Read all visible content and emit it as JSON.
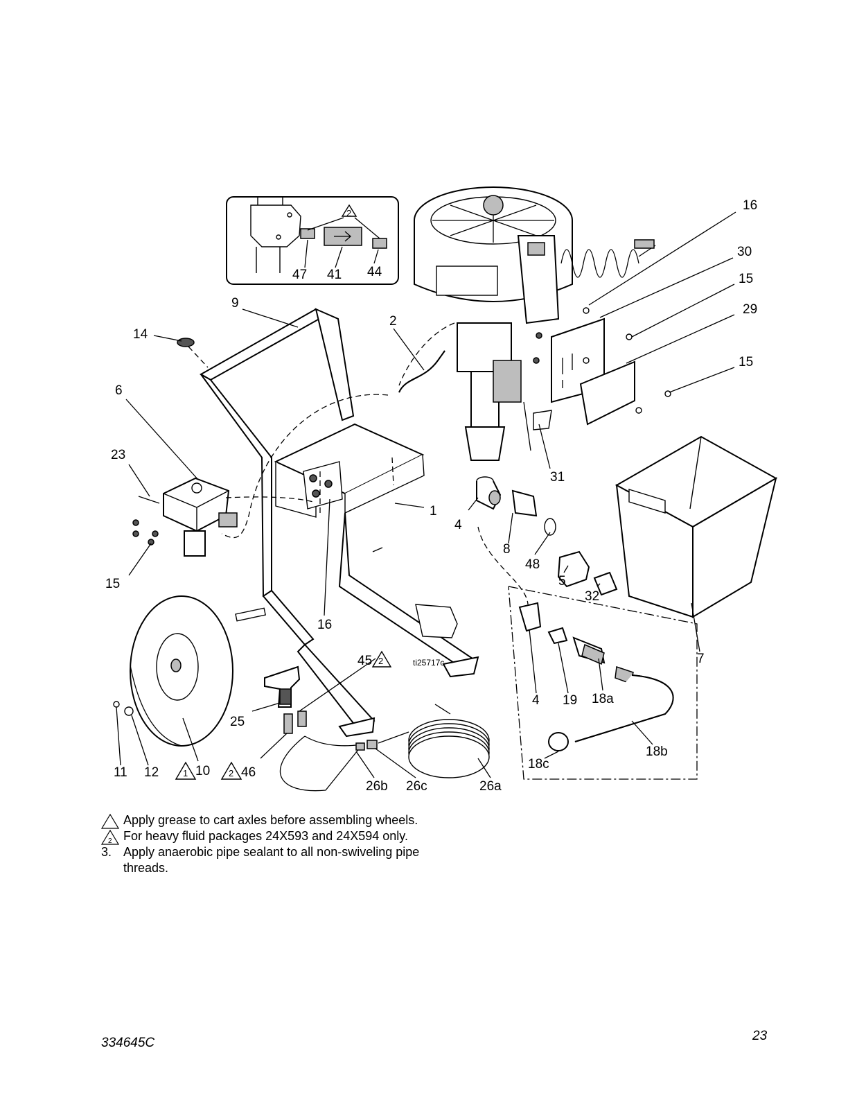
{
  "callouts": {
    "c16a": "16",
    "c30": "30",
    "c15a": "15",
    "c29": "29",
    "c15b": "15",
    "c9": "9",
    "c14": "14",
    "c2": "2",
    "c6": "6",
    "c23": "23",
    "c47": "47",
    "c41": "41",
    "c44": "44",
    "c31": "31",
    "c1": "1",
    "c4a": "4",
    "c8": "8",
    "c48": "48",
    "c5": "5",
    "c32": "32",
    "c15c": "15",
    "c16b": "16",
    "c7": "7",
    "c45": "45",
    "c4b": "4",
    "c19": "19",
    "c18a": "18a",
    "c18b": "18b",
    "c18c": "18c",
    "c25": "25",
    "c11": "11",
    "c12": "12",
    "c10": "10",
    "c46": "46",
    "c26b": "26b",
    "c26c": "26c",
    "c26a": "26a",
    "ti": "ti25717c",
    "tri_inset": "2",
    "tri_45": "2",
    "tri_10": "1",
    "tri_46": "2"
  },
  "notes": [
    {
      "marker": "",
      "text": "Apply grease to cart axles before assembling wheels."
    },
    {
      "marker": "2",
      "text": "For heavy fluid packages 24X593 and 24X594 only."
    },
    {
      "marker": "3.",
      "text": "Apply anaerobic pipe sealant to all non-swiveling pipe threads."
    }
  ],
  "footer": {
    "doc_number": "334645C",
    "page_number": "23"
  }
}
